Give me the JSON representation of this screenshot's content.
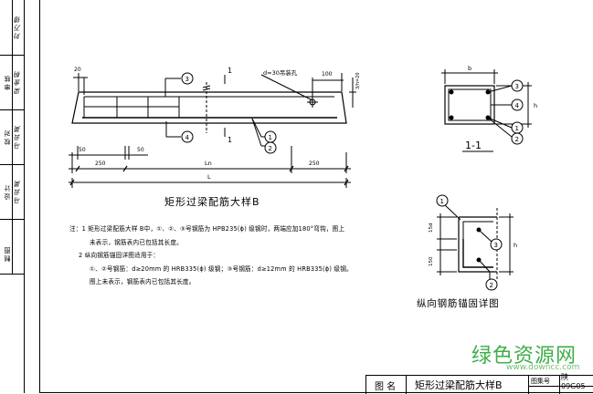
{
  "sidebar": {
    "labels": [
      "审核",
      "校对",
      "设计",
      "制图"
    ],
    "signatures": [
      "刘万德",
      "梁金桐",
      "马云英",
      "马云英"
    ]
  },
  "main_drawing": {
    "title": "矩形过梁配筋大样B",
    "dims": {
      "top_20": "20",
      "top_100": "100",
      "hole": "d=30吊装孔",
      "side_ratio": "3/h=20",
      "left_50": "50",
      "mid_50": "50",
      "left_250": "250",
      "ln": "Ln",
      "right_250": "250",
      "total_l": "L",
      "section_mark": "1"
    },
    "callouts": [
      "3",
      "4",
      "1",
      "2"
    ]
  },
  "section": {
    "label": "1-1",
    "dim_b": "b",
    "dim_h": "h",
    "callouts": [
      "3",
      "4",
      "1",
      "2"
    ]
  },
  "anchor_detail": {
    "title": "纵向钢筋锚固详图",
    "dim_15d": "15d",
    "dim_150": "150",
    "dim_h": "h",
    "callouts": [
      "1",
      "3",
      "2"
    ]
  },
  "notes": {
    "line1": "注：1  矩形过梁配筋大样 B中，①、②、③号钢筋为 HPB235(ϕ) 级钢时，两端应加180°弯钩，图上",
    "line2": "未表示，钢筋表内已包括其长度。",
    "line3": "2  纵向钢筋锚固详图适用于：",
    "line4": "①、②号钢筋：d≥20mm 的 HRB335(ϕ) 级钢；③号钢筋：d≥12mm 的 HRB335(ϕ) 级钢。",
    "line5": "图上未表示，钢筋表内已包括其长度。"
  },
  "title_block": {
    "label_tuming": "图  名",
    "drawing_name": "矩形过梁配筋大样B",
    "label_tujihao": "图集号",
    "atlas_no": "陕09G05"
  },
  "watermark": {
    "text": "绿色资源网",
    "url": "www.downcc.com"
  }
}
